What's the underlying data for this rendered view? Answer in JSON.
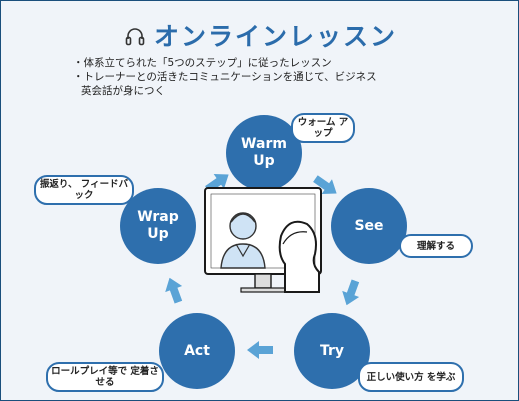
{
  "title": "オンラインレッスン",
  "bullets": [
    "・体系立てられた「5つのステップ」に従ったレッスン",
    "・トレーナーとの活きたコミュニケーションを通じて、ビジネス",
    "英会話が身につく"
  ],
  "steps": [
    {
      "label": "Warm Up",
      "tag": "ウォーム アップ"
    },
    {
      "label": "See",
      "tag": "理解する"
    },
    {
      "label": "Try",
      "tag": "正しい使い方 を学ぶ"
    },
    {
      "label": "Act",
      "tag": "ロールプレイ等で 定着させる"
    },
    {
      "label": "Wrap Up",
      "tag": "振返り、 フィードバック"
    }
  ],
  "colors": {
    "accent": "#2e6fad",
    "arrow": "#5aa3d6",
    "title": "#2b6cab"
  },
  "icons": [
    "headphones-icon",
    "video-call-illustration"
  ]
}
